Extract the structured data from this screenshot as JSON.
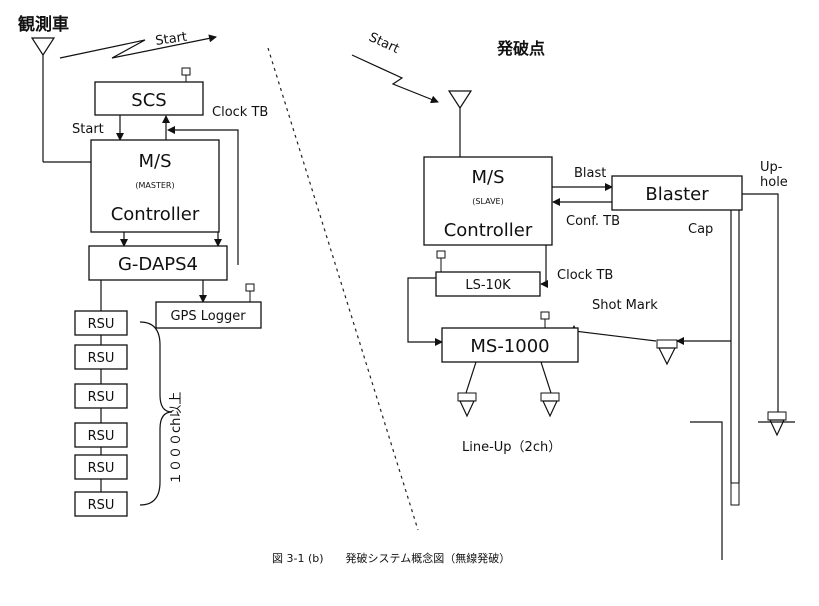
{
  "left_station": {
    "title": "観測車",
    "start_signal": "Start",
    "scs": "SCS",
    "start_label": "Start",
    "clock_tb": "Clock TB",
    "ms_title": "M/S",
    "ms_sub": "(MASTER)",
    "ms_controller": "Controller",
    "gdaps": "G-DAPS4",
    "gps_logger": "GPS Logger",
    "rsu": [
      "RSU",
      "RSU",
      "RSU",
      "RSU",
      "RSU",
      "RSU"
    ],
    "channel_note": "１０００ch以上"
  },
  "right_station": {
    "title": "発破点",
    "start_signal": "Start",
    "ms_title": "M/S",
    "ms_sub": "(SLAVE)",
    "ms_controller": "Controller",
    "blast": "Blast",
    "blaster": "Blaster",
    "conf_tb": "Conf. TB",
    "cap": "Cap",
    "uphole": "Up-\nhole",
    "ls10k": "LS-10K",
    "clock_tb": "Clock TB",
    "shot_mark": "Shot Mark",
    "ms1000": "MS-1000",
    "lineup": "Line-Up（2ch）"
  },
  "caption": "図 3-1 (b)　　発破システム概念図（無線発破）"
}
